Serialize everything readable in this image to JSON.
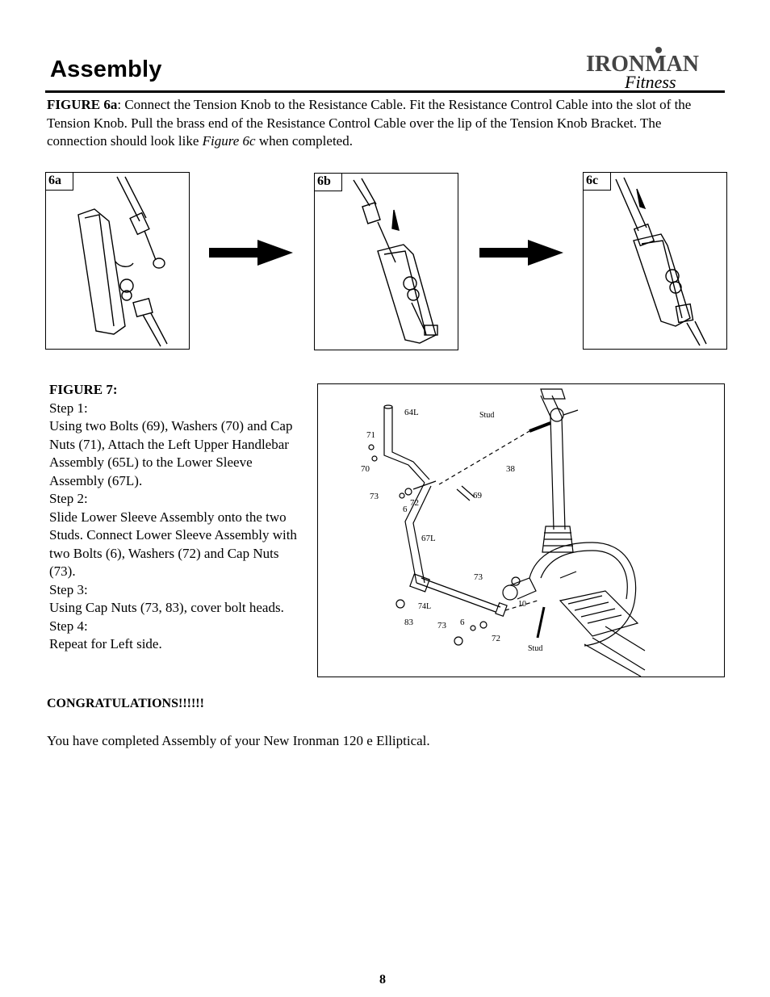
{
  "header": {
    "title": "Assembly",
    "logo_brand": "IRONMAN",
    "logo_sub": "Fitness"
  },
  "intro": {
    "figure_label": "FIGURE 6a",
    "text_part1": ": Connect the Tension Knob to the Resistance Cable.  Fit the Resistance Control Cable  into the slot of the Tension Knob. Pull the brass end of the Resistance Control Cable over the lip of the Tension Knob Bracket. The connection should look like ",
    "figure_ref": "Figure 6c",
    "text_part2": " when completed."
  },
  "panels": [
    {
      "label": "6a"
    },
    {
      "label": "6b"
    },
    {
      "label": "6c"
    }
  ],
  "figure7": {
    "heading": "FIGURE 7:",
    "step1_title": "Step 1:",
    "step1_text": "Using two Bolts (69), Washers (70) and Cap Nuts (71), Attach the Left Upper Handlebar Assembly (65L) to the Lower Sleeve Assembly (67L).",
    "step2_title": "Step 2:",
    "step2_text": "Slide Lower Sleeve Assembly onto the two Studs.  Connect Lower Sleeve Assembly with two Bolts (6), Washers (72) and Cap Nuts (73).",
    "step3_title": "Step 3:",
    "step3_text": "Using Cap Nuts (73, 83), cover bolt heads.",
    "step4_title": "Step 4:",
    "step4_text": "Repeat for Left side.",
    "callouts": {
      "c64L": "64L",
      "stud_top": "Stud",
      "c71": "71",
      "c70": "70",
      "c38": "38",
      "c73a": "73",
      "c69": "69",
      "c6a": "6",
      "c72a": "72",
      "c67L": "67L",
      "c73b": "73",
      "c74L": "74L",
      "c10": "10",
      "c83": "83",
      "c73c": "73",
      "c6b": "6",
      "c72b": "72",
      "stud_bottom": "Stud"
    }
  },
  "footer": {
    "congrats": "CONGRATULATIONS!!!!!!",
    "completed": "You have completed Assembly of your New Ironman 120 e Elliptical.",
    "page_number": "8"
  }
}
